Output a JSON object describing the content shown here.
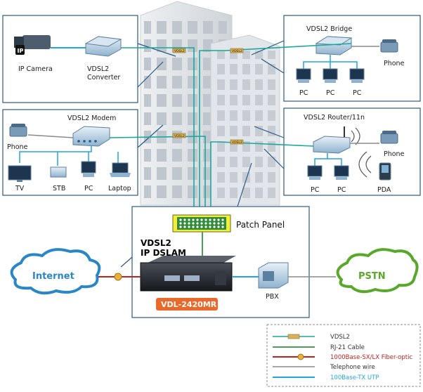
{
  "colors": {
    "vdsl2": "#1aa79b",
    "rj21": "#4f9e58",
    "fiber": "#c0221f",
    "telephone": "#8a8a8a",
    "utp": "#23a4de",
    "box_border": "#2a5a86",
    "brand_badge": "#e8692a",
    "internet_cloud": "#2b86c6",
    "pstn_cloud": "#5aa82b"
  },
  "boxes": {
    "top_left": {
      "camera": "IP Camera",
      "converter": "VDSL2\nConverter",
      "camera_badge": "IP"
    },
    "mid_left": {
      "title": "VDSL2 Modem",
      "phone": "Phone",
      "tv": "TV",
      "stb": "STB",
      "pc": "PC",
      "laptop": "Laptop"
    },
    "top_right": {
      "title": "VDSL2 Bridge",
      "phone": "Phone",
      "pcs": [
        "PC",
        "PC",
        "PC"
      ]
    },
    "mid_right": {
      "title": "VDSL2 Router/11n",
      "phone": "Phone",
      "pcs": [
        "PC",
        "PC"
      ],
      "pda": "PDA"
    }
  },
  "center": {
    "patch_panel": "Patch Panel",
    "dslam_title": "VDSL2\nIP DSLAM",
    "model": "VDL-2420MR",
    "pbx": "PBX",
    "vdsl2_tag": "VDSL2"
  },
  "clouds": {
    "internet": "Internet",
    "pstn": "PSTN"
  },
  "legend": [
    {
      "label": "VDSL2",
      "style": "vdsl2"
    },
    {
      "label": "RJ-21 Cable",
      "style": "rj21"
    },
    {
      "label": "1000Base-SX/LX Fiber-optic",
      "style": "fiber"
    },
    {
      "label": "Telephone wire",
      "style": "telephone"
    },
    {
      "label": "100Base-TX UTP",
      "style": "utp"
    }
  ]
}
